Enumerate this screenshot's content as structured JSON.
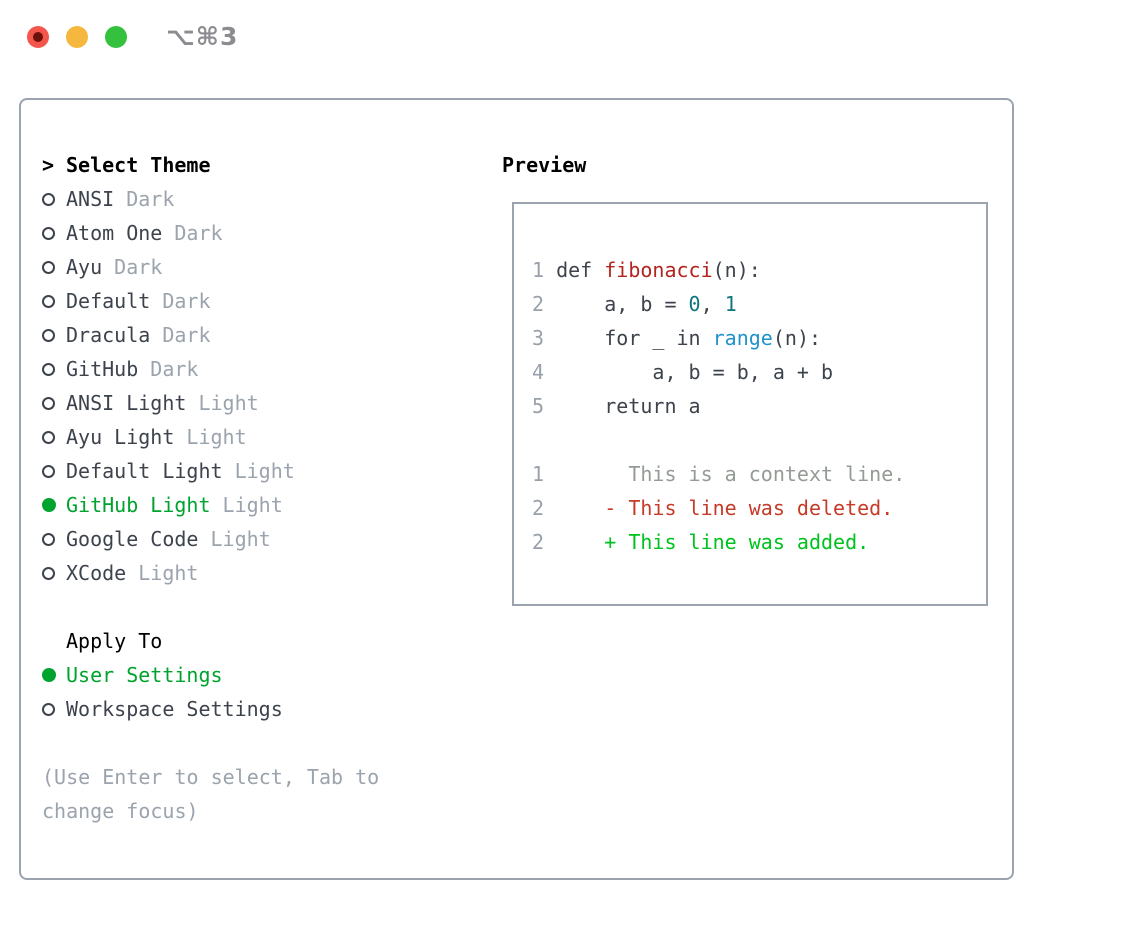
{
  "titlebar": {
    "hotkey_label": "⌥⌘3",
    "traffic_lights": [
      "close",
      "minimize",
      "zoom"
    ]
  },
  "theme_panel": {
    "header": {
      "cursor": ">",
      "label": "Select Theme"
    },
    "themes": [
      {
        "name": "ANSI",
        "variant": "Dark",
        "selected": false
      },
      {
        "name": "Atom One",
        "variant": "Dark",
        "selected": false
      },
      {
        "name": "Ayu",
        "variant": "Dark",
        "selected": false
      },
      {
        "name": "Default",
        "variant": "Dark",
        "selected": false
      },
      {
        "name": "Dracula",
        "variant": "Dark",
        "selected": false
      },
      {
        "name": "GitHub",
        "variant": "Dark",
        "selected": false
      },
      {
        "name": "ANSI Light",
        "variant": "Light",
        "selected": false
      },
      {
        "name": "Ayu Light",
        "variant": "Light",
        "selected": false
      },
      {
        "name": "Default Light",
        "variant": "Light",
        "selected": false
      },
      {
        "name": "GitHub Light",
        "variant": "Light",
        "selected": true
      },
      {
        "name": "Google Code",
        "variant": "Light",
        "selected": false
      },
      {
        "name": "XCode",
        "variant": "Light",
        "selected": false
      }
    ],
    "apply_to": {
      "label": "Apply To",
      "options": [
        {
          "name": "User Settings",
          "selected": true
        },
        {
          "name": "Workspace Settings",
          "selected": false
        }
      ]
    },
    "hint_lines": [
      "(Use Enter to select, Tab to",
      "change focus)"
    ]
  },
  "preview": {
    "title": "Preview",
    "lines": [
      {
        "segments": [
          {
            "text": "1 ",
            "color": "line_number"
          },
          {
            "text": "def ",
            "color": "code"
          },
          {
            "text": "fibonacci",
            "color": "function_red"
          },
          {
            "text": "(n):",
            "color": "code"
          }
        ]
      },
      {
        "segments": [
          {
            "text": "2 ",
            "color": "line_number"
          },
          {
            "text": "    a, b = ",
            "color": "code"
          },
          {
            "text": "0",
            "color": "number_teal"
          },
          {
            "text": ", ",
            "color": "code"
          },
          {
            "text": "1",
            "color": "number_teal"
          }
        ]
      },
      {
        "segments": [
          {
            "text": "3 ",
            "color": "line_number"
          },
          {
            "text": "    for _ in ",
            "color": "code"
          },
          {
            "text": "range",
            "color": "builtin_blue"
          },
          {
            "text": "(n):",
            "color": "code"
          }
        ]
      },
      {
        "segments": [
          {
            "text": "4 ",
            "color": "line_number"
          },
          {
            "text": "        a, b = b, a + b",
            "color": "code"
          }
        ]
      },
      {
        "segments": [
          {
            "text": "5 ",
            "color": "line_number"
          },
          {
            "text": "    return a",
            "color": "code"
          }
        ]
      },
      {
        "segments": []
      },
      {
        "segments": [
          {
            "text": "1 ",
            "color": "line_number"
          },
          {
            "text": "      This is a context line.",
            "color": "context_gray"
          }
        ]
      },
      {
        "segments": [
          {
            "text": "2 ",
            "color": "line_number"
          },
          {
            "text": "    - This line was deleted.",
            "color": "deleted_red"
          }
        ]
      },
      {
        "segments": [
          {
            "text": "2 ",
            "color": "line_number"
          },
          {
            "text": "    + This line was added.",
            "color": "added_green"
          }
        ]
      }
    ]
  },
  "colors": {
    "line_number": "#98a0aa",
    "code": "#3d434c",
    "function_red": "#b2241d",
    "number_teal": "#0c757d",
    "builtin_blue": "#2093cc",
    "context_gray": "#939b94",
    "deleted_red": "#c53b28",
    "added_green": "#00c21e",
    "selected_green": "#00a32e",
    "muted_gray": "#9ba3ad",
    "text_dark": "#3d434c",
    "border_gray": "#9aa3ae",
    "traffic_red": "#f4564d",
    "traffic_yellow": "#f6b73e",
    "traffic_green": "#34c13d"
  }
}
